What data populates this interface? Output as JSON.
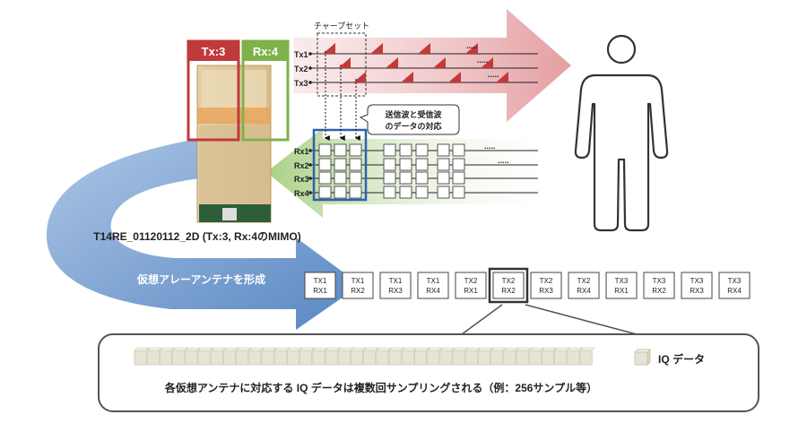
{
  "labels": {
    "tx_box": "Tx:3",
    "rx_box": "Rx:4",
    "chirp_set": "チャープセット",
    "callout_line1": "送信波と受信波",
    "callout_line2": "のデータの対応",
    "board_caption": "T14RE_01120112_2D (Tx:3, Rx:4のMIMO)",
    "virtual_array": "仮想アレーアンテナを形成",
    "iq_legend": "IQ データ",
    "footer": "各仮想アンテナに対応する IQ データは複数回サンプリングされる（例：256サンプル等）",
    "ellipsis": "....."
  },
  "tx_lines": [
    "Tx1",
    "Tx2",
    "Tx3"
  ],
  "rx_lines": [
    "Rx1",
    "Rx2",
    "Rx3",
    "Rx4"
  ],
  "virtual_pairs": [
    {
      "tx": "TX1",
      "rx": "RX1"
    },
    {
      "tx": "TX1",
      "rx": "RX2"
    },
    {
      "tx": "TX1",
      "rx": "RX3"
    },
    {
      "tx": "TX1",
      "rx": "RX4"
    },
    {
      "tx": "TX2",
      "rx": "RX1"
    },
    {
      "tx": "TX2",
      "rx": "RX2"
    },
    {
      "tx": "TX2",
      "rx": "RX3"
    },
    {
      "tx": "TX2",
      "rx": "RX4"
    },
    {
      "tx": "TX3",
      "rx": "RX1"
    },
    {
      "tx": "TX3",
      "rx": "RX2"
    },
    {
      "tx": "TX3",
      "rx": "RX3"
    },
    {
      "tx": "TX3",
      "rx": "RX4"
    }
  ],
  "highlighted_pair_index": 5,
  "colors": {
    "tx": "#c0393b",
    "rx": "#7fb24a",
    "blue_box": "#2e62ae",
    "tx_arrow": "#e8a7aa",
    "rx_arrow": "#b9d79a",
    "virtual_arrow": "#6f9acb",
    "chirp": "#c33a3a",
    "text": "#222222"
  },
  "icons": {
    "person": "person-icon"
  }
}
